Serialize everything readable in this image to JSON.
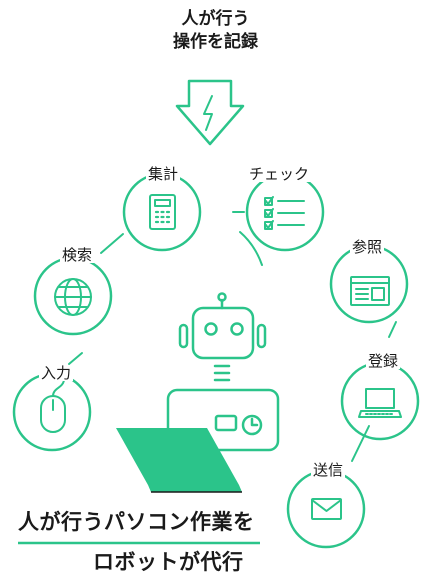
{
  "header": {
    "line1": "人が行う",
    "line2": "操作を記録"
  },
  "steps": [
    {
      "label": "入力",
      "icon": "mouse-icon"
    },
    {
      "label": "検索",
      "icon": "globe-icon"
    },
    {
      "label": "集計",
      "icon": "calculator-icon"
    },
    {
      "label": "チェック",
      "icon": "checklist-icon"
    },
    {
      "label": "参照",
      "icon": "browser-window-icon"
    },
    {
      "label": "登録",
      "icon": "laptop-icon"
    },
    {
      "label": "送信",
      "icon": "envelope-icon"
    }
  ],
  "tagline": {
    "line1": "人が行うパソコン作業を",
    "line2": "ロボットが代行"
  },
  "colors": {
    "accent": "#2bc48a",
    "ink": "#1a1a1a",
    "background": "#ffffff"
  }
}
